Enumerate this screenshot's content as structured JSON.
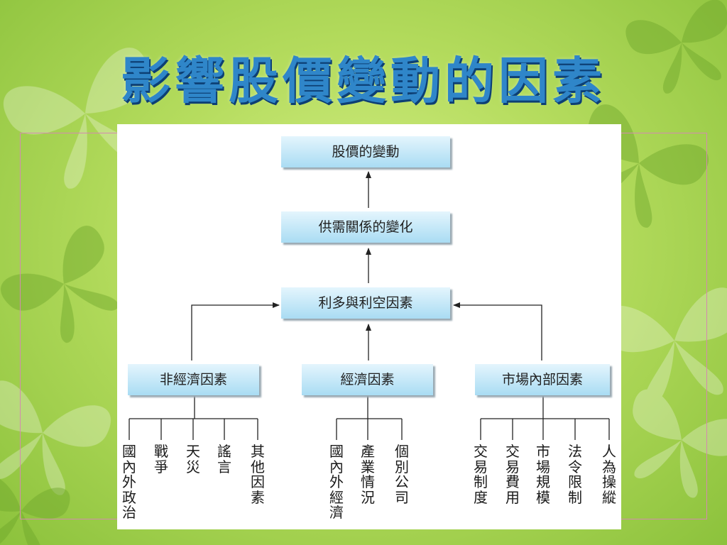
{
  "title": "影響股價變動的因素",
  "nodes": {
    "top": "股價的變動",
    "supply": "供需關係的變化",
    "bullbear": "利多與利空因素",
    "noneconomic": "非經濟因素",
    "economic": "經濟因素",
    "market": "市場內部因素"
  },
  "leaves": {
    "noneconomic": [
      "國內外政治",
      "戰爭",
      "天災",
      "謠言",
      "其他因素"
    ],
    "economic": [
      "國內外經濟",
      "產業情況",
      "個別公司"
    ],
    "market": [
      "交易制度",
      "交易費用",
      "市場規模",
      "法令限制",
      "人為操縱"
    ]
  },
  "colors": {
    "title": "#2f86c9",
    "box_top": "#e4f5fd",
    "box_bottom": "#a9dcf3",
    "frame": "#d48ab0"
  }
}
